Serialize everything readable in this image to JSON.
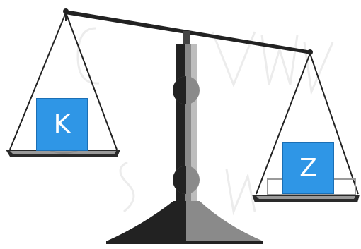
{
  "diagram": {
    "left_pan": {
      "label": "K"
    },
    "right_pan": {
      "label": "Z"
    },
    "colors": {
      "box_fill": "#2f96e6",
      "box_text": "#ffffff",
      "scale_dark": "#222222",
      "scale_mid": "#8a8a8a",
      "watermark": "#e8e8e8"
    },
    "tilt": "right-pan-lower"
  }
}
